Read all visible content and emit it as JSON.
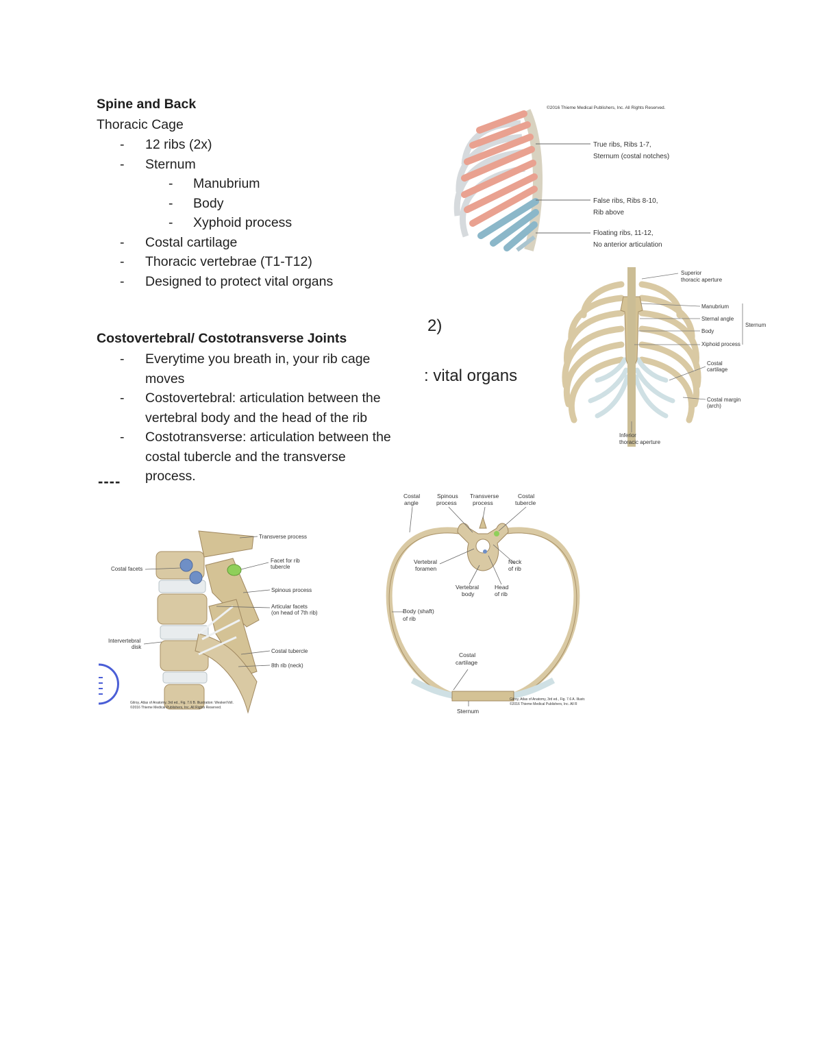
{
  "section1": {
    "heading": "Spine and Back",
    "subheading": "Thoracic Cage",
    "items": [
      {
        "text": "12 ribs (2x)",
        "level": 1
      },
      {
        "text": "Sternum",
        "level": 1
      },
      {
        "text": "Manubrium",
        "level": 2
      },
      {
        "text": "Body",
        "level": 2
      },
      {
        "text": "Xyphoid process",
        "level": 2
      },
      {
        "text": "Costal cartilage",
        "level": 1
      },
      {
        "text": "Thoracic vertebrae (T1-T12)",
        "level": 1
      },
      {
        "text": "Designed to protect vital organs",
        "level": 1
      }
    ]
  },
  "section2": {
    "heading": "Costovertebral/ Costotransverse Joints",
    "items": [
      {
        "lines": [
          "Everytime you breath in, your rib cage",
          "moves"
        ]
      },
      {
        "lines": [
          "Costovertebral:  articulation between the",
          "vertebral body and the head of the rib"
        ]
      },
      {
        "lines": [
          "Costotransverse: articulation between the",
          "costal tubercle and the transverse",
          "process."
        ]
      }
    ]
  },
  "bullet_dash": "-",
  "overlap_fragments": {
    "paren": "2)",
    "vital_organs": ": vital organs",
    "dash_row": "----"
  },
  "figure_lateral_cage": {
    "labels": {
      "true_ribs_1": "True ribs, Ribs 1-7,",
      "true_ribs_2": "Sternum (costal notches)",
      "false_ribs_1": "False ribs, Ribs 8-10,",
      "false_ribs_2": "Rib above",
      "floating_1": "Floating ribs, 11-12,",
      "floating_2": "No anterior articulation",
      "copyright": "©2016 Thieme Medical Publishers, Inc. All Rights Reserved."
    }
  },
  "figure_anterior_cage": {
    "labels": {
      "superior_1": "Superior",
      "superior_2": "thoracic aperture",
      "manubrium": "Manubrium",
      "sternal_angle": "Sternal angle",
      "body": "Body",
      "xiphoid": "Xiphoid process",
      "sternum": "Sternum",
      "costal_cart_1": "Costal",
      "costal_cart_2": "cartilage",
      "costal_margin_1": "Costal margin",
      "costal_margin_2": "(arch)",
      "inferior_1": "Inferior",
      "inferior_2": "thoracic aperture"
    }
  },
  "figure_vertebral": {
    "labels": {
      "transverse": "Transverse process",
      "costal_facets": "Costal facets",
      "facet_rib_1": "Facet for rib",
      "facet_rib_2": "tubercle",
      "spinous": "Spinous process",
      "articular_1": "Articular facets",
      "articular_2": "(on head of 7th rib)",
      "interverteb_1": "Intervertebral",
      "interverteb_2": "disk",
      "costal_tubercle": "Costal tubercle",
      "eighth_rib": "8th rib (neck)",
      "credit_1": "Gilroy, Atlas of Anatomy, 3rd ed., Fig. 7.6 B. Illustration: Wesker/Voll.",
      "credit_2": "©2016 Thieme Medical Publishers, Inc. All Rights Reserved."
    }
  },
  "figure_rib_ring": {
    "labels": {
      "costal_angle_1": "Costal",
      "costal_angle_2": "angle",
      "spinous_1": "Spinous",
      "spinous_2": "process",
      "transverse_1": "Transverse",
      "transverse_2": "process",
      "costal_tub_1": "Costal",
      "costal_tub_2": "tubercle",
      "vert_foramen_1": "Vertebral",
      "vert_foramen_2": "foramen",
      "neck_1": "Neck",
      "neck_2": "of rib",
      "vert_body_1": "Vertebral",
      "vert_body_2": "body",
      "head_1": "Head",
      "head_2": "of rib",
      "shaft_1": "Body (shaft)",
      "shaft_2": "of rib",
      "cartilage_1": "Costal",
      "cartilage_2": "cartilage",
      "sternum": "Sternum",
      "credit_1": "Gilroy, Atlas of Anatomy, 3rd ed., Fig. 7.6 A. Illustr.",
      "credit_2": "©2016 Thieme Medical Publishers, Inc. All R"
    }
  },
  "colors": {
    "text": "#1f1f1f",
    "bone": "#d9c9a3",
    "bone_dark": "#b39c6e",
    "true_rib": "#e9a190",
    "false_rib": "#8bb7c9",
    "cartilage": "#cfe0e4",
    "facet_blue": "#6f8fc6",
    "facet_green": "#8fcf5a",
    "stamp": "#4a5ed6"
  }
}
